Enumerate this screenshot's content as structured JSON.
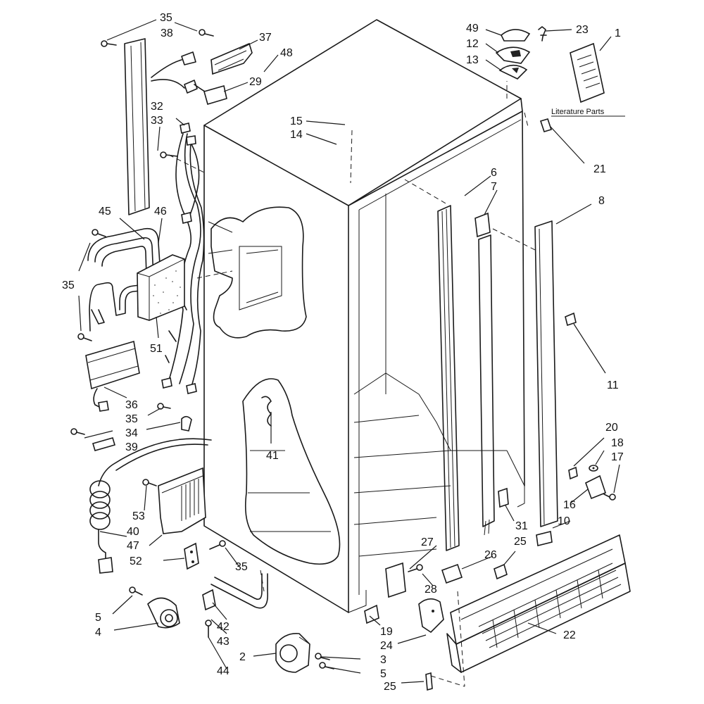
{
  "literature_label": "Literature Parts",
  "callouts": {
    "c35a": "35",
    "c38": "38",
    "c37": "37",
    "c48": "48",
    "c29": "29",
    "c49": "49",
    "c23": "23",
    "c1": "1",
    "c12": "12",
    "c13": "13",
    "c32": "32",
    "c33": "33",
    "c15": "15",
    "c14": "14",
    "c21": "21",
    "c6": "6",
    "c7": "7",
    "c8": "8",
    "c45": "45",
    "c46": "46",
    "c35b": "35",
    "c51": "51",
    "c11": "11",
    "c36": "36",
    "c35c": "35",
    "c34": "34",
    "c39": "39",
    "c41": "41",
    "c20": "20",
    "c18": "18",
    "c17": "17",
    "c16": "16",
    "c10": "10",
    "c53": "53",
    "c31": "31",
    "c40": "40",
    "c47": "47",
    "c27": "27",
    "c26": "26",
    "c25a": "25",
    "c52": "52",
    "c35d": "35",
    "c28": "28",
    "c5a": "5",
    "c4": "4",
    "c42": "42",
    "c43": "43",
    "c19": "19",
    "c22": "22",
    "c24": "24",
    "c2": "2",
    "c3": "3",
    "c5b": "5",
    "c44": "44",
    "c25b": "25"
  }
}
